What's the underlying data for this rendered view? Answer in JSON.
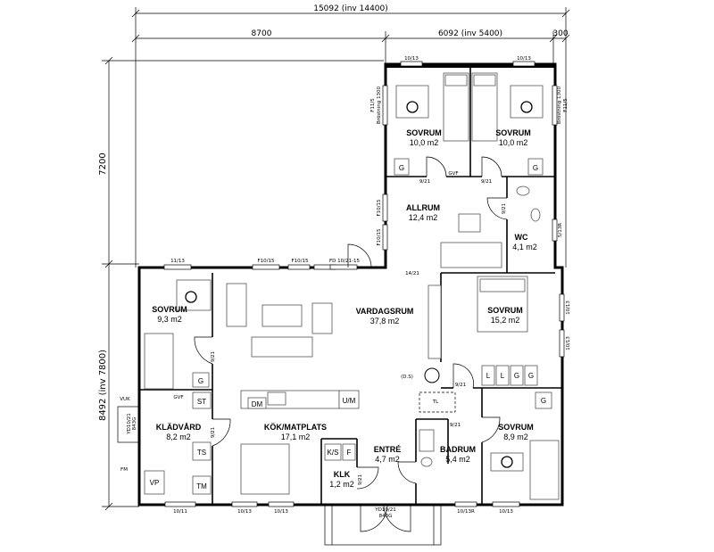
{
  "dimensions": {
    "overall_width": "15092  (inv 14400)",
    "left_width": "8700",
    "right_width": "6092  (inv 5400)",
    "right_small": "300",
    "upper_height": "7200",
    "lower_height": "8492  (inv 7800)"
  },
  "rooms": {
    "sovrum_a": {
      "name": "SOVRUM",
      "area": "10,0 m2"
    },
    "sovrum_b": {
      "name": "SOVRUM",
      "area": "10,0 m2"
    },
    "allrum": {
      "name": "ALLRUM",
      "area": "12,4 m2"
    },
    "wc": {
      "name": "WC",
      "area": "4,1 m2"
    },
    "sovrum_c": {
      "name": "SOVRUM",
      "area": "9,3 m2"
    },
    "vardagsrum": {
      "name": "VARDAGSRUM",
      "area": "37,8 m2"
    },
    "sovrum_d": {
      "name": "SOVRUM",
      "area": "15,2 m2"
    },
    "kladvard": {
      "name": "KLÄDVÅRD",
      "area": "8,2 m2"
    },
    "kok": {
      "name": "KÖK/MATPLATS",
      "area": "17,1 m2"
    },
    "entre": {
      "name": "ENTRÉ",
      "area": "4,7 m2"
    },
    "badrum": {
      "name": "BADRUM",
      "area": "5,4 m2"
    },
    "sovrum_e": {
      "name": "SOVRUM",
      "area": "8,9 m2"
    },
    "klk": {
      "name": "KLK",
      "area": "1,2 m2"
    }
  },
  "window_codes": {
    "w_top_1": "10/13",
    "w_top_2": "10/13",
    "w_left_upper": "F11/5",
    "w_left_upper_b": "Bröstning 1300",
    "w_right_upper": "F11/5",
    "w_right_upper_b": "Bröstning 1300",
    "w_mid_1": "11/13",
    "w_mid_2": "F10/15",
    "w_mid_3": "F10/15",
    "w_mid_4": "FD 10/21-15",
    "w_allrum_1": "F10/15",
    "w_allrum_2": "F10/15",
    "w_wc": "5/13R",
    "w_sovd_1": "10/13",
    "w_sovd_2": "10/13",
    "w_bot_1": "10/11",
    "w_bot_2": "10/13",
    "w_bot_3": "10/13",
    "w_bot_4": "10/13R",
    "w_bot_5": "10/13",
    "w_entry": "YD10/21",
    "w_entry_b": "843G",
    "w_yd_side": "YD10/21",
    "w_yd_side_b": "843G"
  },
  "door_codes": {
    "d1": "9/21",
    "d2": "9/21",
    "d3": "9/21",
    "d4": "14/21",
    "d5": "9/21",
    "d6": "9/21",
    "d7": "9/21",
    "d8": "9/21",
    "d9": "9/21"
  },
  "labels": {
    "gvf_1": "GVF",
    "gvf_2": "GVF",
    "vuk": "VUK",
    "fm": "FM",
    "ds": "(D.S)",
    "tl": "TL",
    "dm": "DM",
    "um": "U/M",
    "st": "ST",
    "ts": "TS",
    "tm": "TM",
    "vp": "VP",
    "ks": "K/S",
    "f": "F",
    "g": "G",
    "l": "L"
  }
}
